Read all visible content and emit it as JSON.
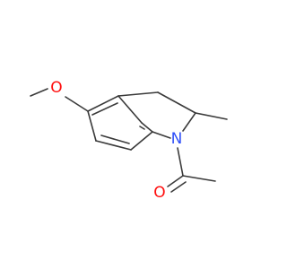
{
  "molecule": {
    "colors": {
      "bond": "#3a3a3a",
      "oxygen": "#ff0d0d",
      "nitrogen": "#3050f8",
      "background": "#ffffff"
    },
    "atoms": {
      "methoxy_oxygen": {
        "symbol": "O",
        "color": "#ff0d0d"
      },
      "ring_nitrogen": {
        "symbol": "N",
        "color": "#3050f8"
      },
      "carbonyl_oxygen": {
        "symbol": "O",
        "color": "#ff0d0d"
      }
    }
  }
}
